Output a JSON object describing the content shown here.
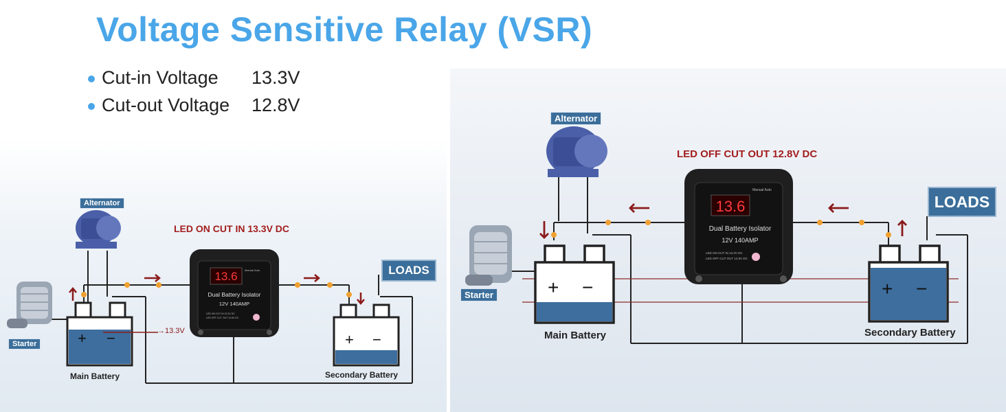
{
  "title": "Voltage Sensitive Relay (VSR)",
  "specs": [
    {
      "label": "Cut-in Voltage",
      "value": "13.3V"
    },
    {
      "label": "Cut-out Voltage",
      "value": "12.8V"
    }
  ],
  "left_diagram": {
    "alternator": "Alternator",
    "starter": "Starter",
    "led_text": "LED ON CUT IN 13.3V DC",
    "loads": "LOADS",
    "main_battery": "Main Battery",
    "secondary_battery": "Secondary Battery",
    "voltage_marker": "→13.3V",
    "isolator_display": "13.6",
    "isolator_name": "Dual Battery Isolator",
    "isolator_rating": "12V  140AMP",
    "isolator_fine_1": "LED ON CUT IN 13.3V DC",
    "isolator_fine_2": "LED OFF CUT OUT 12.8V DC",
    "isolator_mode": "Manual Auto"
  },
  "right_diagram": {
    "alternator": "Alternator",
    "starter": "Starter",
    "led_text": "LED OFF CUT OUT 12.8V DC",
    "loads": "LOADS",
    "main_battery": "Main Battery",
    "secondary_battery": "Secondary Battery",
    "isolator_display": "13.6",
    "isolator_name": "Dual Battery Isolator",
    "isolator_rating": "12V  140AMP",
    "isolator_fine_1": "LED ON CUT IN 13.3V DC",
    "isolator_fine_2": "LED OFF CUT OUT 12.8V DC",
    "isolator_mode": "Manual Auto"
  },
  "colors": {
    "accent": "#4aa6e8",
    "tag": "#3b6e9a",
    "arrow": "#8b1a1a",
    "wire": "#222222",
    "node": "#f0a030",
    "battery_fill": "#3d6e9e"
  }
}
